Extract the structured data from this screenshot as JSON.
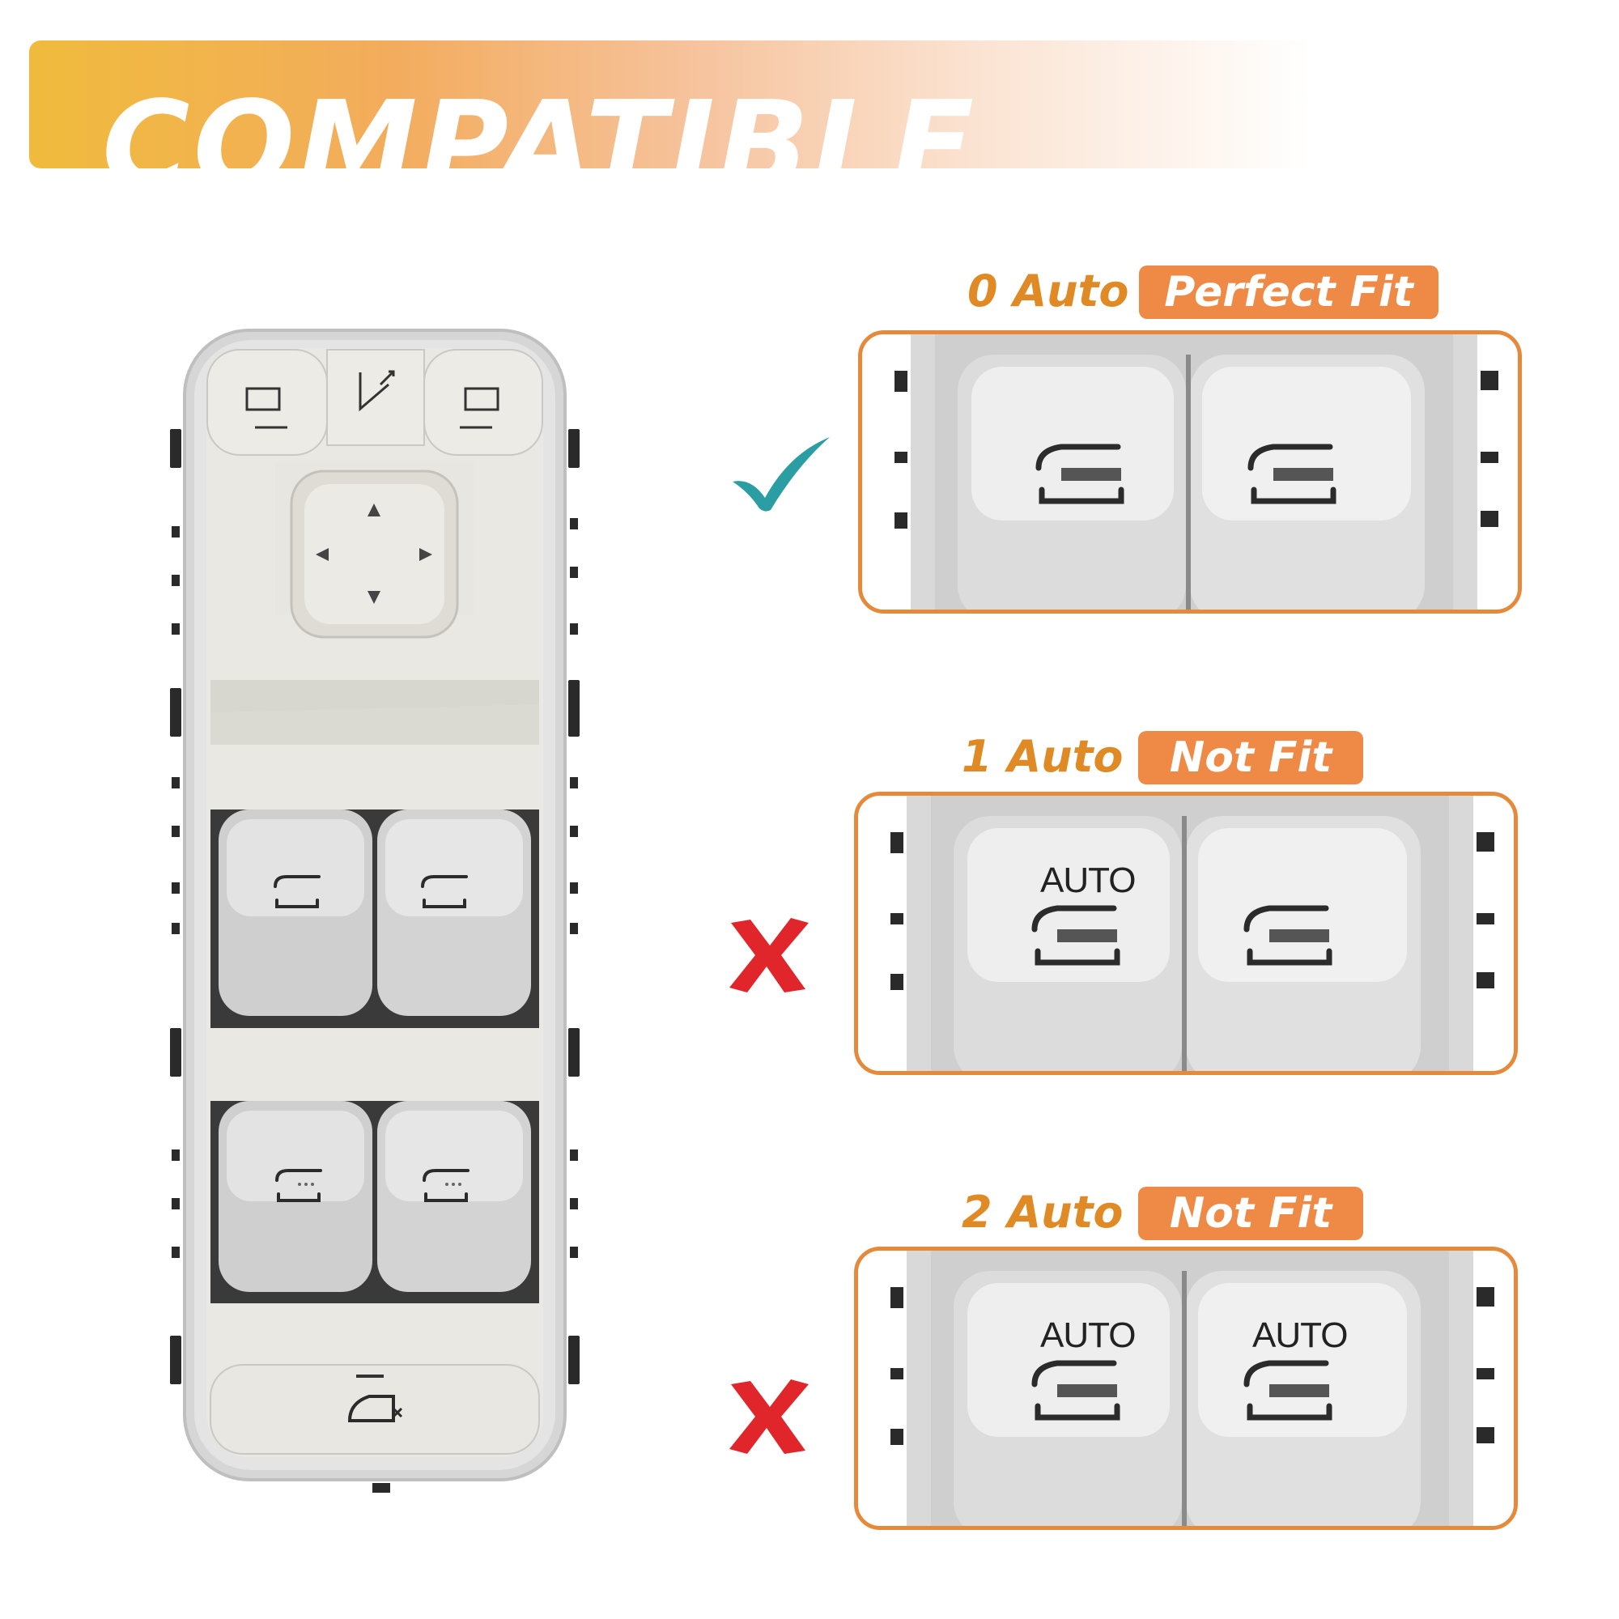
{
  "banner": {
    "title": "COMPATIBLE"
  },
  "options": [
    {
      "auto_count": "0 Auto",
      "fit_label": "Perfect Fit",
      "verdict": "check-icon",
      "auto_labels": []
    },
    {
      "auto_count": "1 Auto",
      "fit_label": "Not Fit",
      "verdict": "cross-icon",
      "auto_labels": [
        "AUTO"
      ]
    },
    {
      "auto_count": "2 Auto",
      "fit_label": "Not Fit",
      "verdict": "cross-icon",
      "auto_labels": [
        "AUTO",
        "AUTO"
      ]
    }
  ],
  "colors": {
    "accent_orange": "#ee8a45",
    "label_orange": "#e08a25",
    "check_teal": "#2a9ea3",
    "cross_red": "#e0262a"
  }
}
